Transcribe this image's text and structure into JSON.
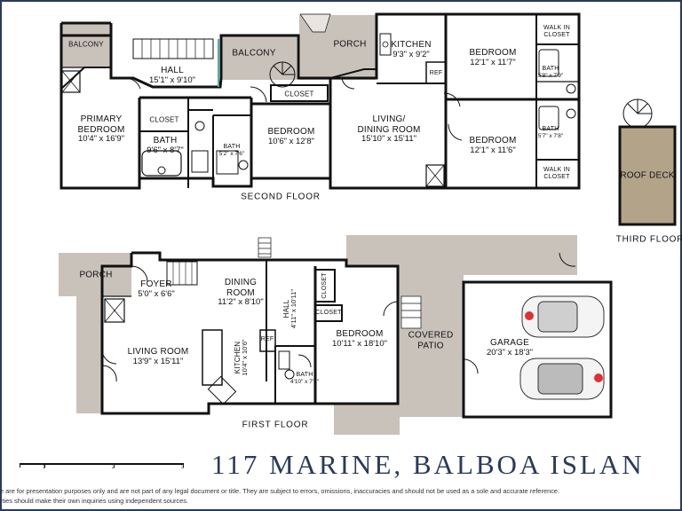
{
  "title": "117 MARINE, BALBOA ISLAN",
  "disclaimer": [
    "e are for presentation purposes only and are not part of any legal document or title. They are subject to errors, omissions, inaccuracies and should not be used as a sole and accurate reference.",
    "rties should make their own inquiries using independent sources."
  ],
  "scale_labels": [
    "1",
    "2",
    "3"
  ],
  "floors": {
    "second": "SECOND FLOOR",
    "third": "THIRD FLOOR",
    "first": "FIRST FLOOR"
  },
  "rooms": {
    "balcony_left": {
      "name": "BALCONY",
      "dims": ""
    },
    "hall_2": {
      "name": "HALL",
      "dims": "15'1\" x 9'10\""
    },
    "balcony_mid": {
      "name": "BALCONY",
      "dims": ""
    },
    "porch_2": {
      "name": "PORCH",
      "dims": ""
    },
    "kitchen_2": {
      "name": "KITCHEN",
      "dims": "9'3\" x 9'2\""
    },
    "ref_2": {
      "name": "REF",
      "dims": ""
    },
    "bedroom_ne": {
      "name": "BEDROOM",
      "dims": "12'1\" x 11'7\""
    },
    "walkin_top": {
      "name": "WALK IN",
      "dims": "CLOSET"
    },
    "bath_top": {
      "name": "BATH",
      "dims": "5'8\" x 7'9\""
    },
    "primary_bedroom": {
      "name": "PRIMARY BEDROOM",
      "dims": "10'4\" x 16'9\""
    },
    "closet_primary": {
      "name": "CLOSET",
      "dims": ""
    },
    "bath_primary": {
      "name": "BATH",
      "dims": "9'6\" x 8'7\""
    },
    "bath_small_2": {
      "name": "BATH",
      "dims": "5'2\" x 7'6\""
    },
    "closet_2": {
      "name": "CLOSET",
      "dims": ""
    },
    "bedroom_2": {
      "name": "BEDROOM",
      "dims": "10'6\" x 12'8\""
    },
    "living_dining_2": {
      "name": "LIVING/ DINING ROOM",
      "dims": "15'10\" x 15'11\""
    },
    "bedroom_se": {
      "name": "BEDROOM",
      "dims": "12'1\" x 11'6\""
    },
    "bath_bottom": {
      "name": "BATH",
      "dims": "5'7\" x 7'8\""
    },
    "walkin_bottom": {
      "name": "WALK IN",
      "dims": "CLOSET"
    },
    "roof_deck": {
      "name": "ROOF DECK",
      "dims": ""
    },
    "porch_1": {
      "name": "PORCH",
      "dims": ""
    },
    "foyer": {
      "name": "FOYER",
      "dims": "5'0\" x 6'6\""
    },
    "dining_room": {
      "name": "DINING ROOM",
      "dims": "11'2\" x 8'10\""
    },
    "hall_1": {
      "name": "HALL",
      "dims": "4'11\" x 10'11\""
    },
    "closet_1a": {
      "name": "CLOSET",
      "dims": ""
    },
    "closet_1b": {
      "name": "CLOSET",
      "dims": ""
    },
    "living_room": {
      "name": "LIVING ROOM",
      "dims": "13'9\" x 15'11\""
    },
    "kitchen_1": {
      "name": "KITCHEN",
      "dims": "10'4\" x 10'6\""
    },
    "ref_1": {
      "name": "REF",
      "dims": ""
    },
    "bath_1": {
      "name": "BATH",
      "dims": "4'10\" x 7'5\""
    },
    "bedroom_1": {
      "name": "BEDROOM",
      "dims": "10'11\" x 18'10\""
    },
    "covered_patio": {
      "name": "COVERED PATIO",
      "dims": ""
    },
    "garage": {
      "name": "GARAGE",
      "dims": "20'3\" x 18'3\""
    }
  }
}
